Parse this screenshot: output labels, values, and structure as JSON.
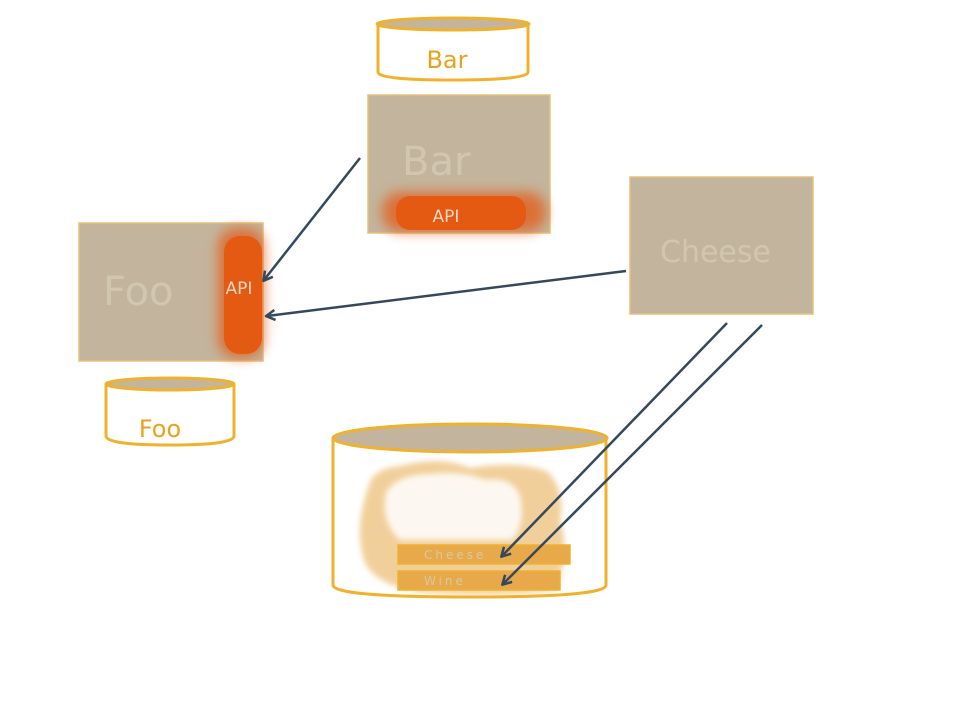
{
  "databases": {
    "bar": {
      "label": "Bar"
    },
    "foo": {
      "label": "Foo"
    },
    "shared": {
      "slots": [
        {
          "label": "Cheese"
        },
        {
          "label": "Wine"
        }
      ]
    }
  },
  "services": {
    "bar": {
      "label": "Bar",
      "api_label": "API"
    },
    "foo": {
      "label": "Foo",
      "api_label": "API"
    },
    "cheese": {
      "label": "Cheese"
    }
  },
  "colors": {
    "box_fill": "#c3b59d",
    "box_stroke": "#e8a632",
    "api_fill": "#e45a12",
    "db_stroke": "#f0b22c",
    "db_top": "#c3b59d",
    "arrow": "#34495e",
    "splash": "#e7a94a"
  }
}
